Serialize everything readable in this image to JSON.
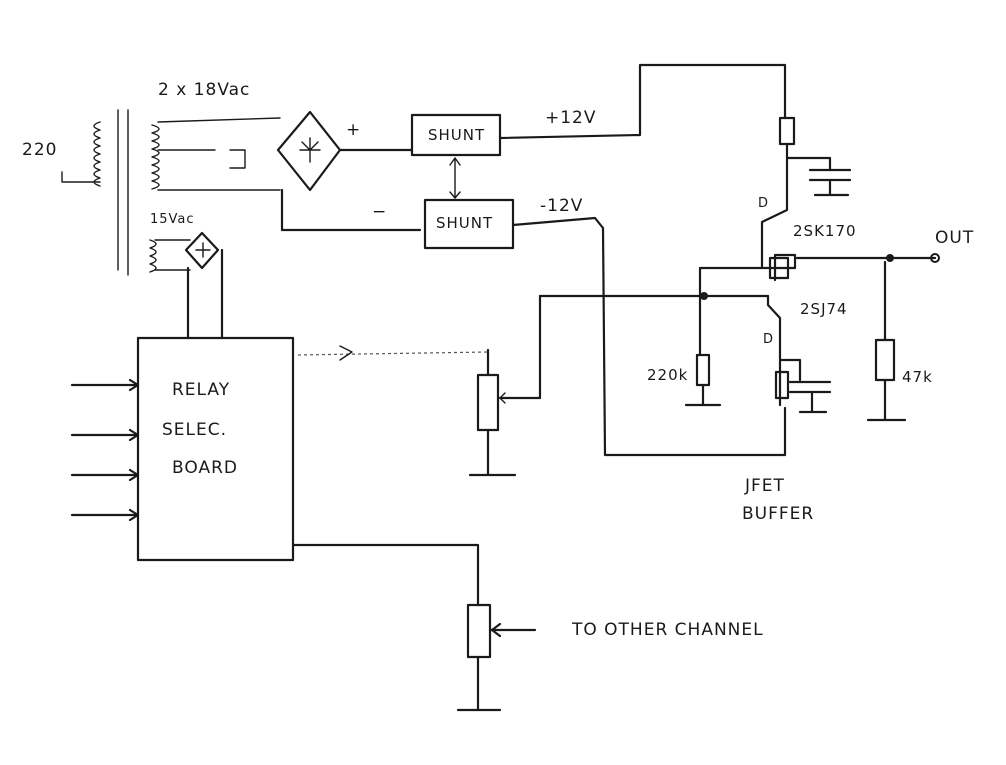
{
  "labels": {
    "transformer_secondary": "2 x 18Vac",
    "mains": "220",
    "aux_secondary": "15Vac",
    "plus_sign": "+",
    "minus_sign": "−",
    "shunt_top": "SHUNT",
    "shunt_bottom": "SHUNT",
    "pos_rail": "+12V",
    "neg_rail": "-12V",
    "jfet_top": "2SK170",
    "jfet_bottom": "2SJ74",
    "d_top": "D",
    "d_bottom": "D",
    "out": "OUT",
    "r_gate": "220k",
    "r_out": "47k",
    "relay_board_line1": "RELAY",
    "relay_board_line2": "SELEC.",
    "relay_board_line3": "BOARD",
    "to_other_channel": "TO OTHER CHANNEL",
    "buffer_line1": "JFET",
    "buffer_line2": "BUFFER"
  }
}
